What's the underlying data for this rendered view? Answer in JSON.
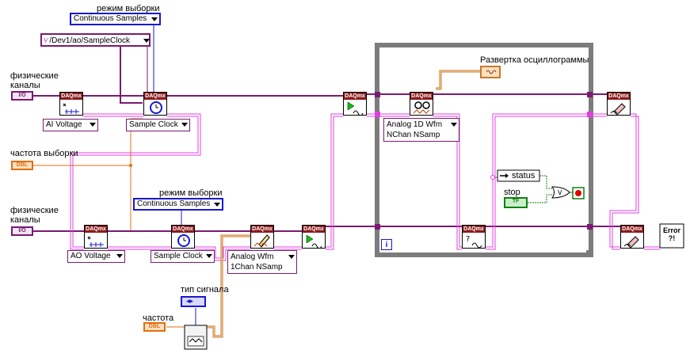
{
  "labels": {
    "sample_mode_top": "режим выборки",
    "physical_channels_top_1": "физические",
    "physical_channels_top_2": "каналы",
    "sample_rate": "частота выборки",
    "sample_mode_mid": "режим выборки",
    "physical_channels_bottom_1": "физические",
    "physical_channels_bottom_2": "каналы",
    "signal_type": "тип сигнала",
    "frequency": "частота",
    "waveform_graph": "Развертка осциллограммы",
    "stop": "stop",
    "status": "status"
  },
  "controls": {
    "sample_mode_top_value": "Continuous Samples",
    "clock_source": "/Dev1/ao/SampleClock",
    "ai_voltage": "AI Voltage",
    "sample_clock_top": "Sample Clock",
    "sample_mode_mid_value": "Continuous Samples",
    "ao_voltage": "AO Voltage",
    "sample_clock_bottom": "Sample Clock",
    "read_mode_1": "Analog 1D Wfm",
    "read_mode_2": "NChan NSamp",
    "write_mode_1": "Analog Wfm",
    "write_mode_2": "1Chan NSamp"
  },
  "terminals": {
    "io_1": "I/O",
    "io_2": "I/O",
    "dbl_1": "DBL",
    "dbl_2": "DBL",
    "tf": "TF",
    "loop_iter": "i",
    "error_1": "Error",
    "error_2": "?!"
  },
  "daq_header": "DAQmx",
  "colors": {
    "task_wire": "#7a1a72",
    "error_wire": "#e040e0",
    "numeric_wire": "#e07010",
    "waveform_wire": "#c87828",
    "enum_wire": "#1818d0",
    "boolean_wire": "#108010",
    "loop_frame": "#7c7c7c"
  }
}
